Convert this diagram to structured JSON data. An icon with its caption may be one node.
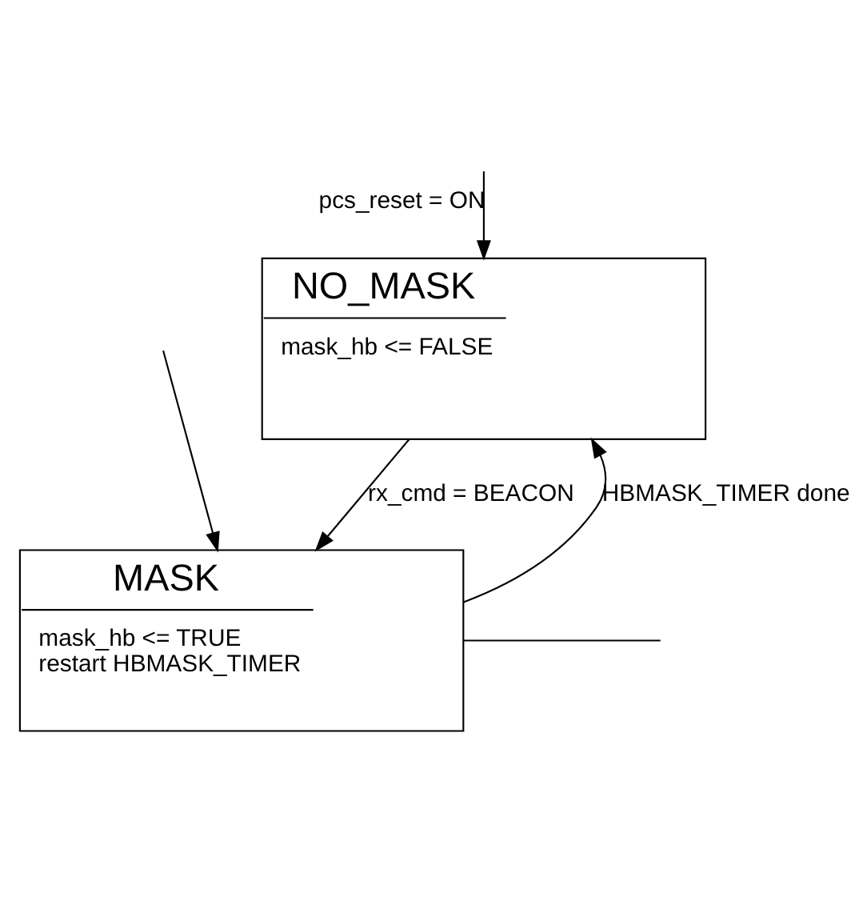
{
  "diagram": {
    "nodes": [
      {
        "text": [
          "NO_MASK",
          "mask_hb <= FALSE"
        ]
      },
      {
        "text": [
          "MASK",
          "mask_hb <= TRUE",
          "restart HBMASK_TIMER"
        ]
      }
    ],
    "edges": [
      {
        "from": null,
        "to": 0,
        "arrow": "to",
        "label": "pcs_reset = ON"
      },
      {
        "from": 0,
        "to": 1,
        "arrow": "to",
        "label": "rx_cmd = BEACON"
      },
      {
        "from": 1,
        "to": 0,
        "arrow": "to",
        "label": "HBMASK_TIMER done"
      },
      {
        "from": 1,
        "to": null,
        "arrow": "none"
      },
      {
        "from": null,
        "to": 1,
        "arrow": "to"
      }
    ]
  }
}
